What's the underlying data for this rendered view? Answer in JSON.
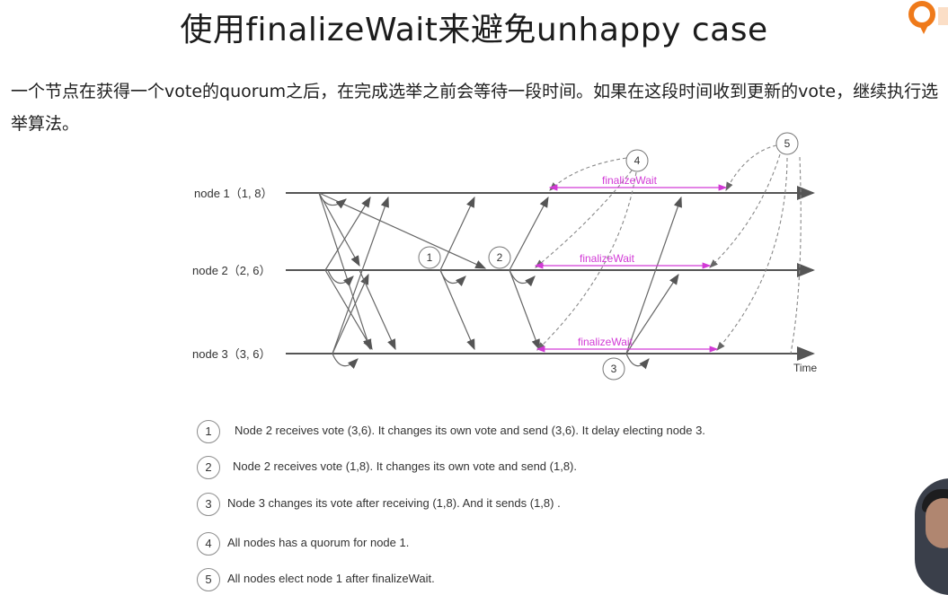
{
  "slide": {
    "title": "使用finalizeWait来避免unhappy case",
    "logo_icon": "orange-q-logo",
    "description": "一个节点在获得一个vote的quorum之后，在完成选举之前会等待一段时间。如果在这段时间收到更新的vote，继续执行选举算法。"
  },
  "diagram": {
    "nodes": [
      {
        "label": "node 1（1, 8）"
      },
      {
        "label": "node 2（2, 6）"
      },
      {
        "label": "node 3（3, 6）"
      }
    ],
    "time_label": "Time",
    "wait_label": "finalizeWait",
    "markers": [
      "1",
      "2",
      "3",
      "4",
      "5"
    ],
    "colors": {
      "wait": "#d23ad6",
      "line": "#555555",
      "dashed": "#888888"
    }
  },
  "legend": [
    {
      "num": "1",
      "text": "Node 2 receives vote (3,6). It changes its own vote and send (3,6). It delay electing node 3."
    },
    {
      "num": "2",
      "text": "Node 2 receives vote (1,8). It changes its own vote and send (1,8)."
    },
    {
      "num": "3",
      "text": "Node 3 changes its vote after receiving (1,8). And it sends (1,8) ."
    },
    {
      "num": "4",
      "text": "All nodes has a quorum for node 1."
    },
    {
      "num": "5",
      "text": "All nodes elect node 1 after finalizeWait."
    }
  ]
}
